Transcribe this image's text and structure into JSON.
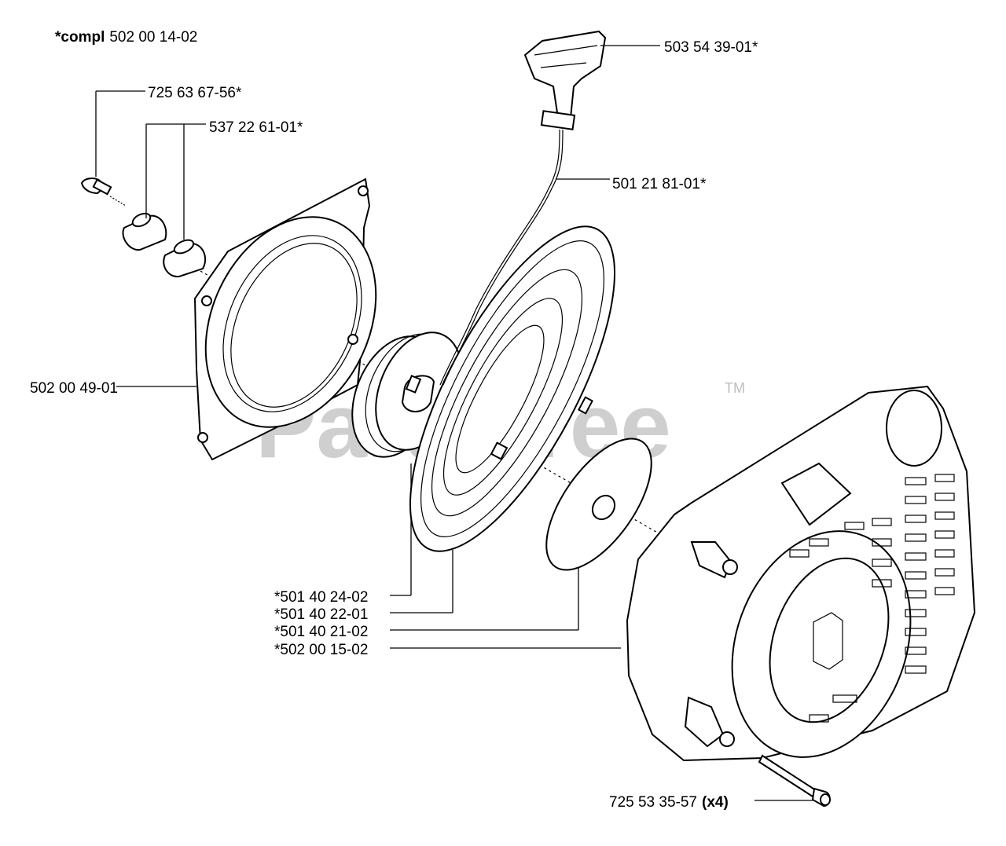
{
  "assembly": {
    "prefix": "*compl",
    "number": "502 00 14-02"
  },
  "watermark": {
    "text": "PartsTree",
    "trademark": "TM"
  },
  "callouts": {
    "screw_cap": "725 63 67-56*",
    "bushing": "537 22 61-01*",
    "handle": "503 54 39-01*",
    "cord": "501 21 81-01*",
    "plate": "502 00 49-01",
    "pulley": "*501 40 24-02",
    "spring": "*501 40 22-01",
    "washer": "*501 40 21-02",
    "cover": "*502 00 15-02",
    "bolt": "725 53 35-57",
    "bolt_qty": "(x4)"
  }
}
